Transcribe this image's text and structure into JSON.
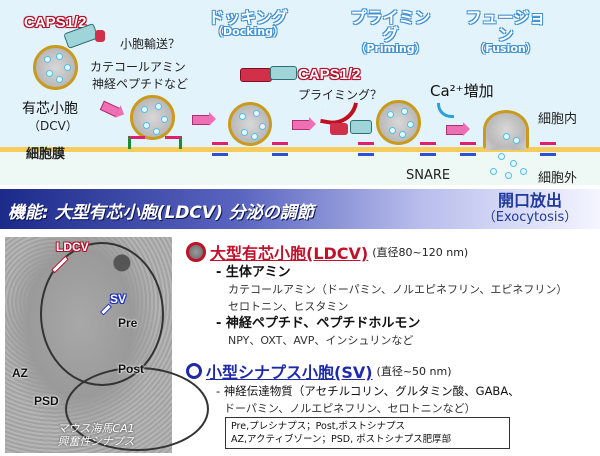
{
  "diagram": {
    "stages": [
      {
        "ja": "ドッキング",
        "en": "（Docking）"
      },
      {
        "ja": "プライミング",
        "en": "（Priming）"
      },
      {
        "ja": "フュージョン",
        "en": "（Fusion）"
      }
    ],
    "caps_label_1": "CAPS1/2",
    "caps_label_2": "CAPS1/2",
    "transport_q": "小胞輸送？",
    "contents_1": "カテコールアミン",
    "contents_2": "神経ペプチドなど",
    "dcv_label": "有芯小胞",
    "dcv_abbr": "（DCV）",
    "membrane_label": "細胞膜",
    "priming_q": "プライミング？",
    "calcium": "Ca²⁺増加",
    "intracellular": "細胞内",
    "extracellular": "細胞外",
    "snare": "SNARE",
    "colors": {
      "vesicle_rim": "#c99a1c",
      "membrane": "#f6cd5d",
      "caps": "#b0102a",
      "stage_outline": "#3f8fd0"
    }
  },
  "banner": {
    "title": "機能: 大型有芯小胞(LDCV) 分泌の調節",
    "exo_ja": "開口放出",
    "exo_en": "（Exocytosis）"
  },
  "micrograph": {
    "ldcv": "LDCV",
    "sv": "SV",
    "pre": "Pre",
    "post": "Post",
    "az": "AZ",
    "psd": "PSD",
    "caption_1": "マウス海馬CA1",
    "caption_2": "興奮性シナプス"
  },
  "ldcv_info": {
    "title": "大型有芯小胞(LDCV)",
    "size": "(直径80~120 nm)",
    "group1": "- 生体アミン",
    "group1_line1": "カテコールアミン（ドーパミン、ノルエピネフリン、エピネフリン）",
    "group1_line2": "セロトニン、ヒスタミン",
    "group2": "- 神経ペプチド、ペプチドホルモン",
    "group2_line1": "NPY、OXT、AVP、インシュリンなど"
  },
  "sv_info": {
    "title": "小型シナプス小胞(SV)",
    "size": "(直径~50 nm)",
    "line1": "- 神経伝達物質（アセチルコリン、グルタミン酸、GABA、",
    "line2": "ドーパミン、ノルエピネフリン、セロトニンなど）"
  },
  "legend": {
    "line1": "Pre,プレシナプス；Post,ポストシナプス",
    "line2": "AZ,アクティブゾーン；PSD, ポストシナプス肥厚部"
  }
}
